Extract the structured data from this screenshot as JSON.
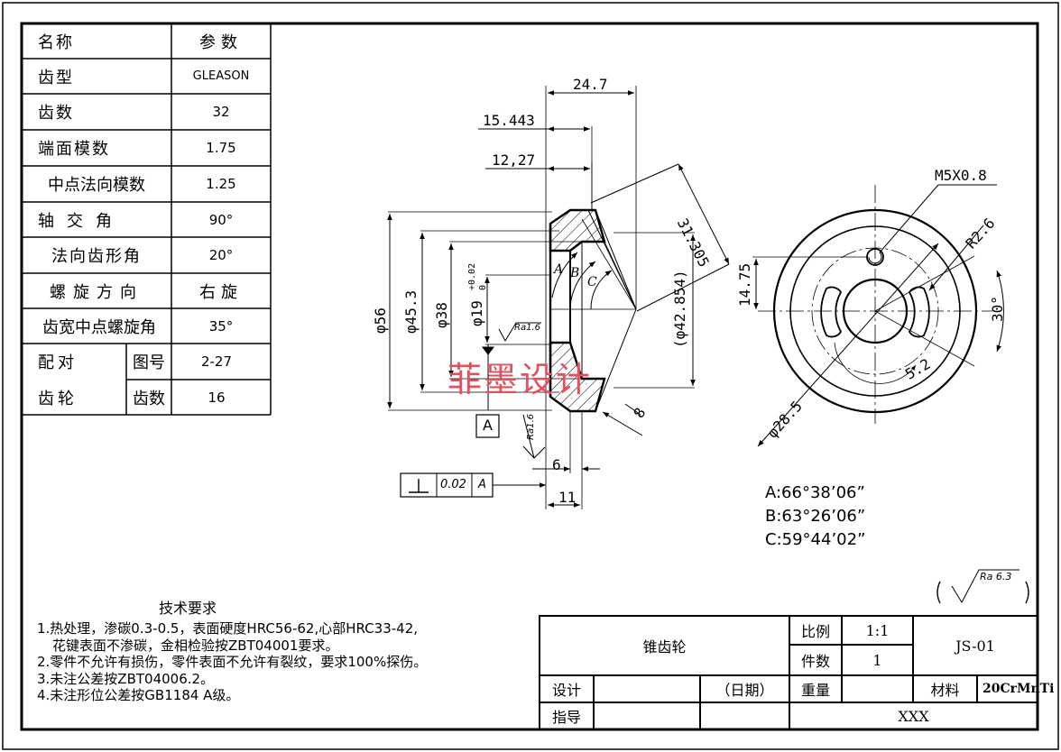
{
  "param_table": {
    "header": {
      "name": "名称",
      "value": "参数"
    },
    "rows": [
      {
        "name": "齿型",
        "value": "GLEASON"
      },
      {
        "name": "齿数",
        "value": "32"
      },
      {
        "name": "端面模数",
        "value": "1.75"
      },
      {
        "name": "中点法向模数",
        "value": "1.25"
      },
      {
        "name": "轴交角",
        "value": "90°"
      },
      {
        "name": "法向齿形角",
        "value": "20°"
      },
      {
        "name": "螺旋方向",
        "value": "右旋"
      },
      {
        "name": "齿宽中点螺旋角",
        "value": "35°"
      }
    ],
    "mate": {
      "label_a": "配对",
      "label_b": "齿轮",
      "sub1": "图号",
      "val1": "2-27",
      "sub2": "齿数",
      "val2": "16"
    }
  },
  "dims": {
    "d247": "24.7",
    "d15443": "15.443",
    "d1227": "12,27",
    "d31305": "31.305",
    "d56": "φ56",
    "d453": "φ45.3",
    "d38": "φ38",
    "d19": "φ19",
    "d19tol_up": "+0.02",
    "d19tol_lo": "0",
    "d42854": "(φ42.854)",
    "d8": "8",
    "d6": "6",
    "d11": "11",
    "angle_a": "A",
    "angle_b": "B",
    "angle_c": "C",
    "ra_a": "Ra1.6",
    "ra_b": "Ra1.6",
    "datum": "A",
    "tol_value": "0.02",
    "tol_datum": "A",
    "m5": "M5X0.8",
    "r26": "R2.6",
    "d1475": "14.75",
    "deg30": "30°",
    "d52": "5.2",
    "d285": "φ28.5"
  },
  "angles": {
    "a": "A:66°38’06”",
    "b": "B:63°26’06”",
    "c": "C:59°44’02”"
  },
  "roughness_general": "Ra 6.3",
  "tech_req": {
    "title": "技术要求",
    "lines": [
      "1.热处理，渗碳0.3-0.5，表面硬度HRC56-62,心部HRC33-42,",
      "花键表面不渗碳，金相检验按ZBT04001要求。",
      "2.零件不允许有损伤，零件表面不允许有裂纹，要求100%探伤。",
      "3.未注公差按ZBT04006.2。",
      "4.未注形位公差按GB1184 A级。"
    ]
  },
  "title_block": {
    "part_name": "锥齿轮",
    "scale_label": "比例",
    "scale_value": "1:1",
    "qty_label": "件数",
    "qty_value": "1",
    "drawing_no": "JS-01",
    "design": "设计",
    "date": "（日期）",
    "weight": "重量",
    "material_label": "材料",
    "material_value": "20CrMnTi",
    "guide": "指导",
    "org": "XXX"
  },
  "watermark": "菲墨设计"
}
